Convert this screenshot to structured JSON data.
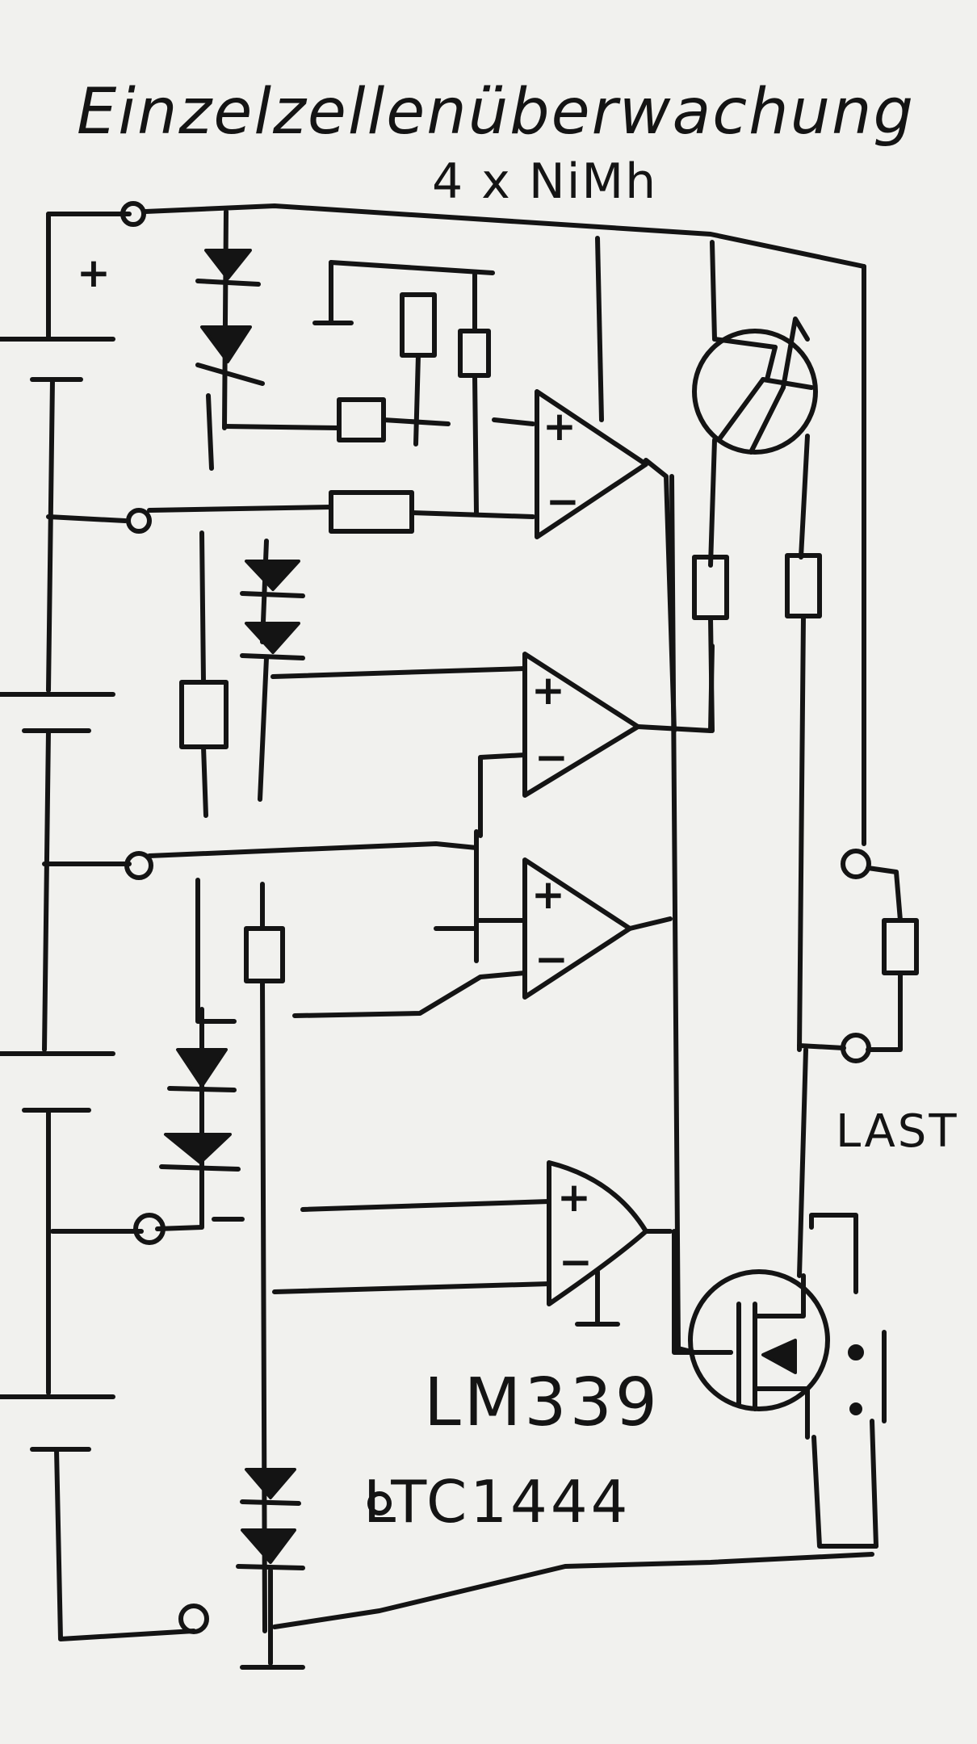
{
  "title": "Einzelzellenüberwachung",
  "subtitle": "4 x NiMh",
  "labels": {
    "comparator_ic": "LM339",
    "reference_ic": "LTC1444",
    "load": "LAST"
  },
  "opamp_signs": {
    "plus": "+",
    "minus": "−"
  },
  "battery_plus": "+"
}
